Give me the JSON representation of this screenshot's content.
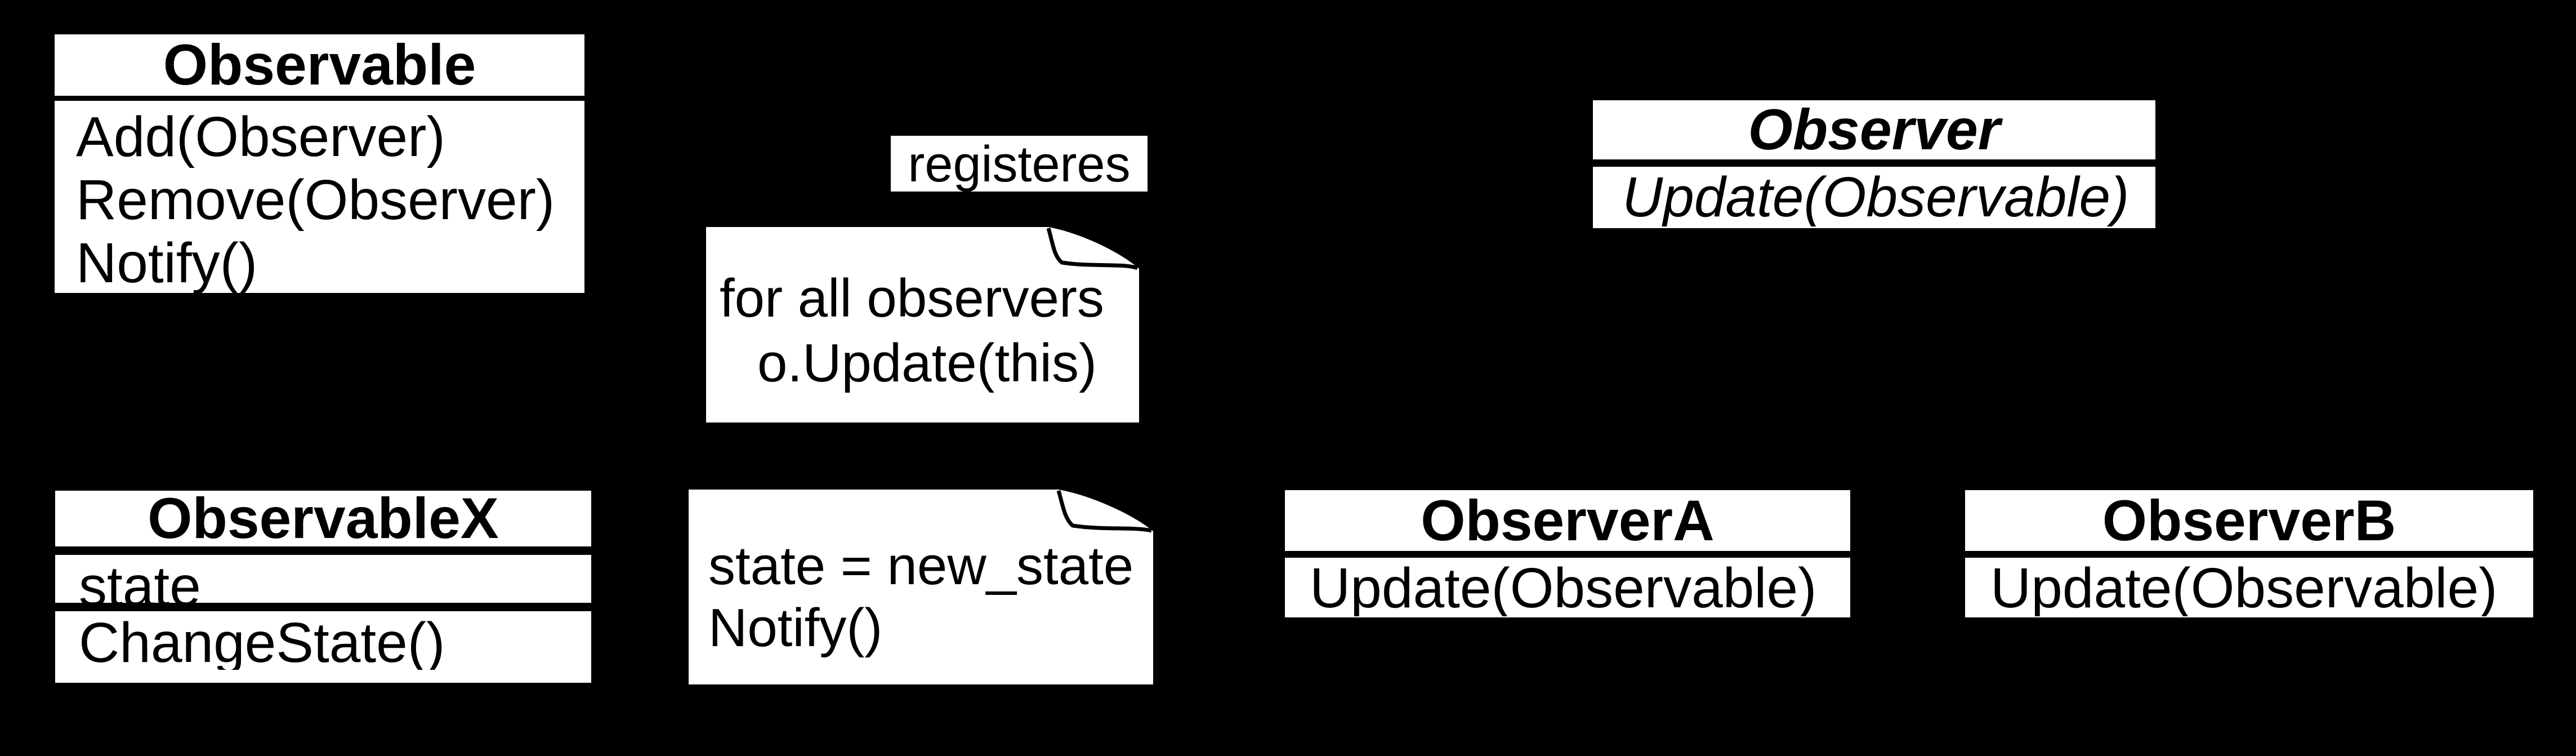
{
  "colors": {
    "background": "#000000",
    "box_fill": "#ffffff",
    "line": "#000000"
  },
  "diagram": {
    "kind": "uml-class-diagram",
    "pattern": "Observer"
  },
  "classes": {
    "observable": {
      "title": "Observable",
      "methods": [
        "Add(Observer)",
        "Remove(Observer)",
        "Notify()"
      ]
    },
    "observer": {
      "title": "Observer",
      "abstract": true,
      "methods": [
        "Update(Observable)"
      ]
    },
    "observablex": {
      "title": "ObservableX",
      "attributes": [
        "state"
      ],
      "methods": [
        "ChangeState()"
      ]
    },
    "observera": {
      "title": "ObserverA",
      "methods": [
        "Update(Observable)"
      ]
    },
    "observerb": {
      "title": "ObserverB",
      "methods": [
        "Update(Observable)"
      ]
    }
  },
  "labels": {
    "association": "registeres"
  },
  "notes": {
    "notify_note": {
      "lines": [
        "for all observers",
        "o.Update(this)"
      ]
    },
    "changestate_note": {
      "lines": [
        "state = new_state",
        "Notify()"
      ]
    }
  }
}
